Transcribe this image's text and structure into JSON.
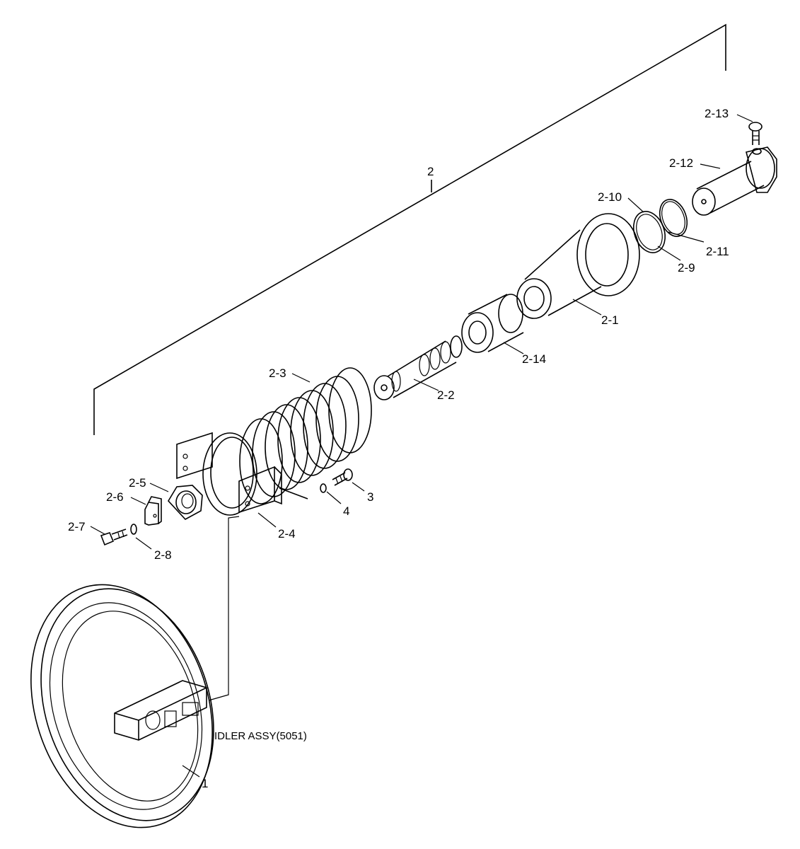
{
  "colors": {
    "ink": "#000000",
    "paper": "#ffffff"
  },
  "labels": {
    "assy": "2",
    "p2_1": "2-1",
    "p2_2": "2-2",
    "p2_3": "2-3",
    "p2_4": "2-4",
    "p2_5": "2-5",
    "p2_6": "2-6",
    "p2_7": "2-7",
    "p2_8": "2-8",
    "p2_9": "2-9",
    "p2_10": "2-10",
    "p2_11": "2-11",
    "p2_12": "2-12",
    "p2_13": "2-13",
    "p2_14": "2-14",
    "p1": "1",
    "p3": "3",
    "p4": "4",
    "idler_note": "IDLER ASSY(5051)"
  }
}
